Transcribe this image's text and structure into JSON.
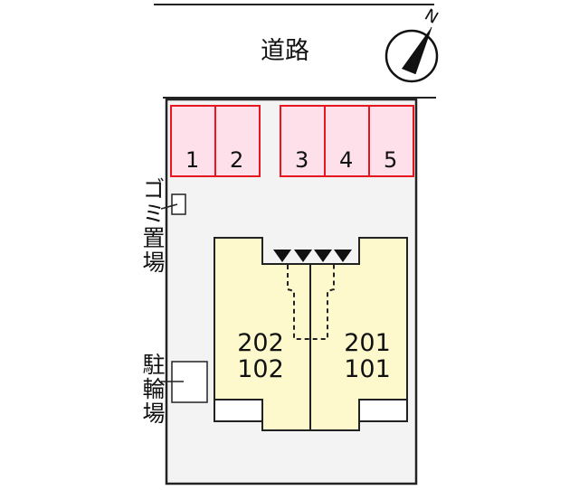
{
  "road_label": "道路",
  "compass_label": "N",
  "parking": [
    "1",
    "2",
    "3",
    "4",
    "5"
  ],
  "garbage_label": "ゴミ置場",
  "bicycle_label": "駐輪場",
  "units_left": [
    "202",
    "102"
  ],
  "units_right": [
    "201",
    "101"
  ],
  "colors": {
    "parking_fill": "#fde0ea",
    "parking_stroke": "#e8141e",
    "building": "#fdf9cc",
    "lot": "#f3f3f3"
  }
}
